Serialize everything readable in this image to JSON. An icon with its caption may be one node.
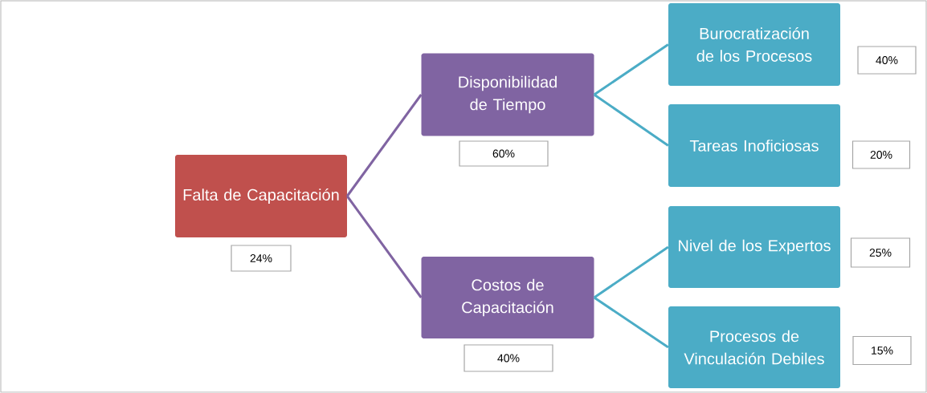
{
  "diagram": {
    "nodes": [
      {
        "text": [
          "Falta de Capacitación"
        ]
      },
      {
        "text": [
          "24%"
        ]
      },
      {
        "text": [
          "Disponibilidad de Tiempo"
        ]
      },
      {
        "text": [
          "60%"
        ]
      },
      {
        "text": [
          "Costos de Capacitación"
        ]
      },
      {
        "text": [
          "40%"
        ]
      },
      {
        "text": [
          "Burocratización de los Procesos"
        ]
      },
      {
        "text": [
          "40%"
        ]
      },
      {
        "text": [
          "Tareas Inoficiosas"
        ]
      },
      {
        "text": [
          "20%"
        ]
      },
      {
        "text": [
          "Nivel de los Expertos"
        ]
      },
      {
        "text": [
          "25%"
        ]
      },
      {
        "text": [
          "Procesos de Vinculación Debiles"
        ]
      },
      {
        "text": [
          "15%"
        ]
      }
    ],
    "edges": [
      {
        "from": 0,
        "to": 2,
        "arrow": "none",
        "color": "#8064a2"
      },
      {
        "from": 0,
        "to": 4,
        "arrow": "none",
        "color": "#8064a2"
      },
      {
        "from": 2,
        "to": 6,
        "arrow": "none"
      },
      {
        "from": 2,
        "to": 8,
        "arrow": "none"
      },
      {
        "from": 4,
        "to": 10,
        "arrow": "none"
      },
      {
        "from": 4,
        "to": 12,
        "arrow": "none"
      }
    ]
  }
}
